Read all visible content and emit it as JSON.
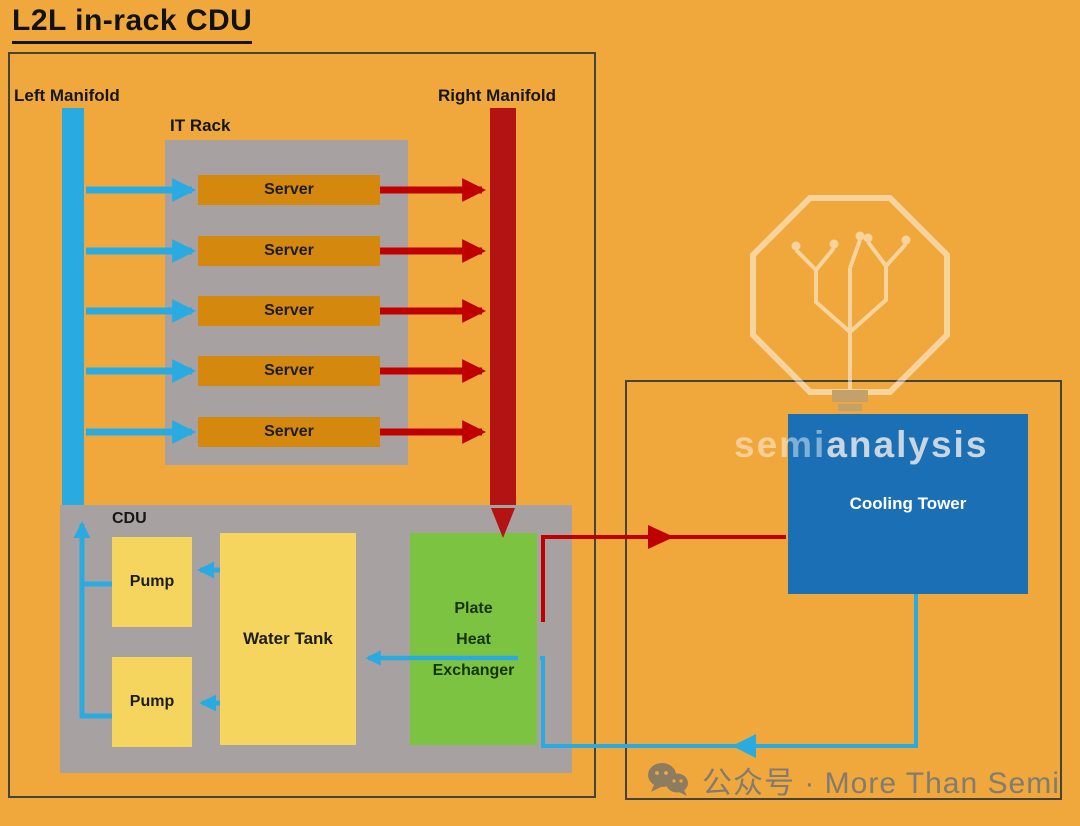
{
  "title": "L2L in-rack CDU",
  "primary_loop": {
    "left_manifold": "Left Manifold",
    "right_manifold": "Right Manifold",
    "it_rack": "IT Rack",
    "servers": [
      "Server",
      "Server",
      "Server",
      "Server",
      "Server"
    ]
  },
  "cdu": {
    "label": "CDU",
    "pumps": [
      "Pump",
      "Pump"
    ],
    "water_tank": "Water Tank",
    "heat_exchanger": [
      "Plate",
      "Heat",
      "Exchanger"
    ]
  },
  "secondary_loop": {
    "cooling_tower": "Cooling Tower"
  },
  "watermark": {
    "brand_semi": "semi",
    "brand_analysis": "analysis",
    "footer": "公众号 · More Than Semi"
  },
  "colors": {
    "background": "#F0A83C",
    "coolant_cold": "#29ABE2",
    "coolant_hot_manifold": "#B31312",
    "arrow_red": "#C00000",
    "server_orange": "#D4880E",
    "rack_gray": "#A7A1A1",
    "component_yellow": "#F6D55F",
    "heat_exchanger_green": "#7CC342",
    "cooling_tower_blue": "#1B6FB5"
  }
}
